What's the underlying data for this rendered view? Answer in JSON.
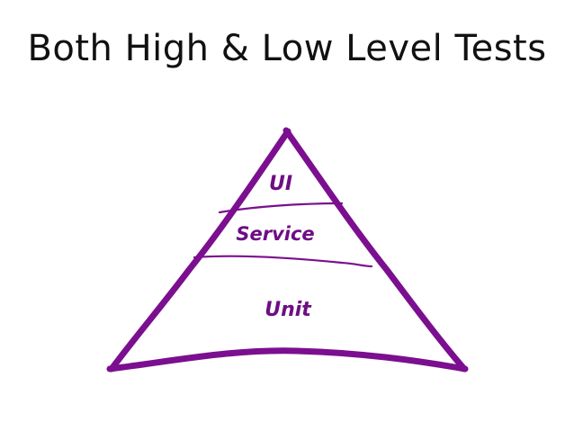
{
  "slide": {
    "title": "Both High & Low Level Tests"
  },
  "pyramid": {
    "stroke_color": "#7b0f8f",
    "text_color": "#6e0d84",
    "layers": [
      {
        "label": "UI"
      },
      {
        "label": "Service"
      },
      {
        "label": "Unit"
      }
    ]
  }
}
